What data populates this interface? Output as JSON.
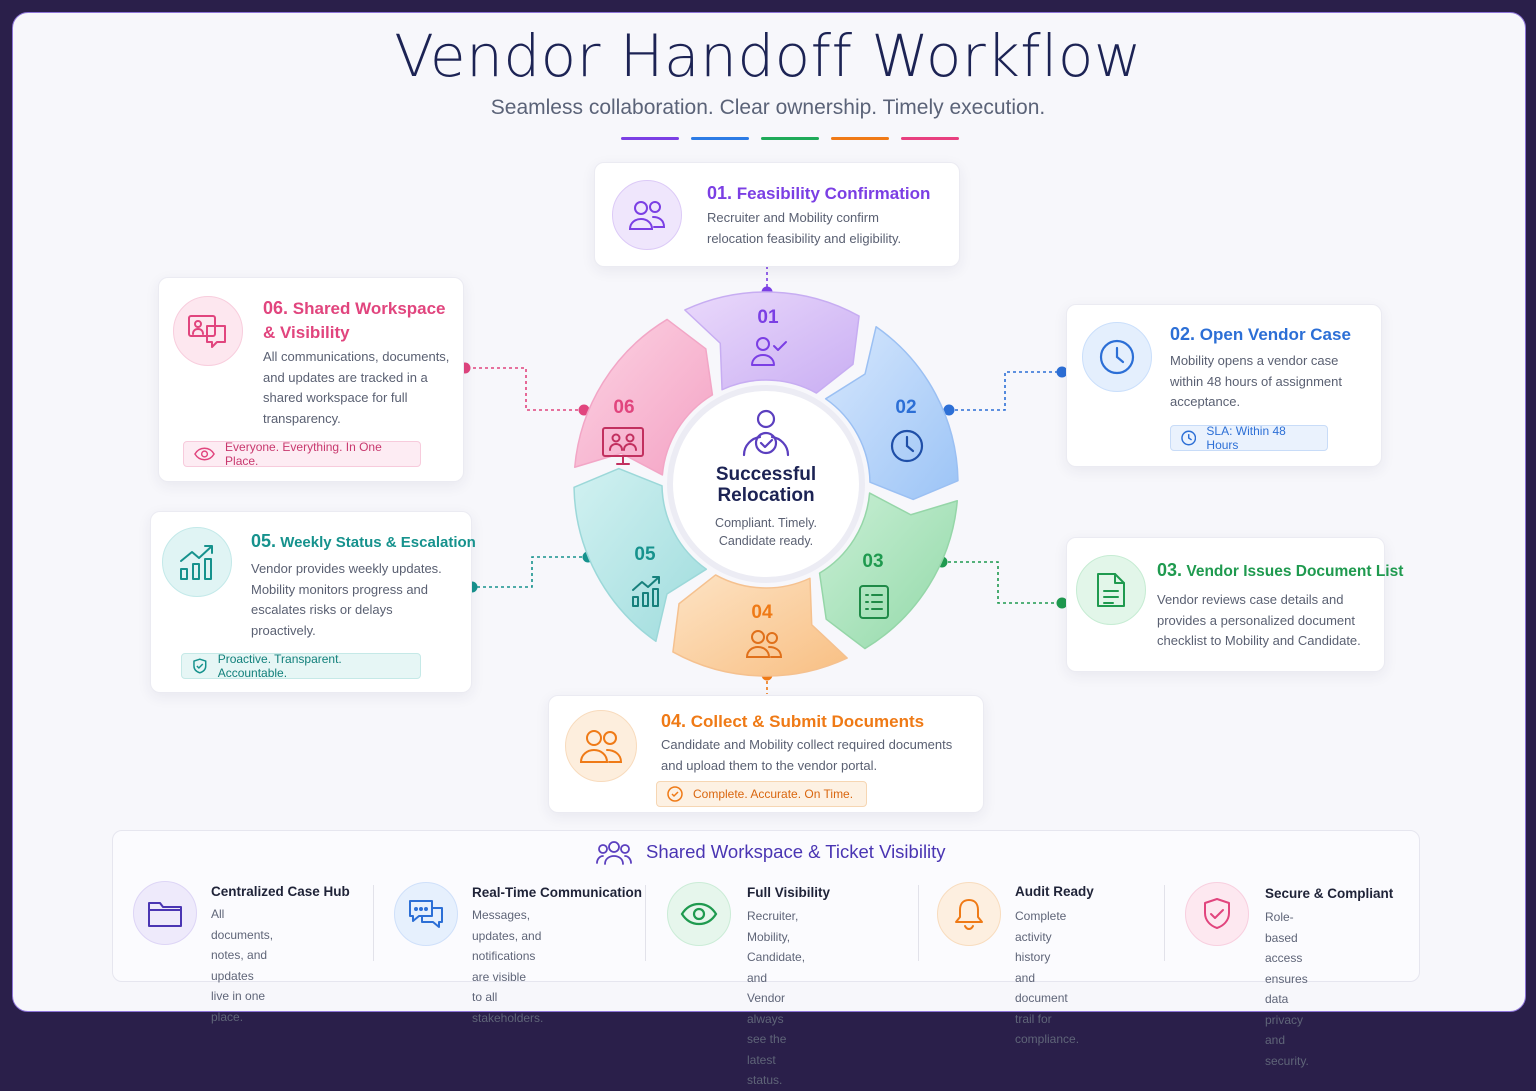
{
  "title": "Vendor Handoff Workflow",
  "subtitle": "Seamless collaboration. Clear ownership. Timely execution.",
  "accent_colors": [
    "#7b3fe4",
    "#2c7be5",
    "#1faa59",
    "#f07a16",
    "#e83f7f"
  ],
  "center": {
    "title_line1": "Successful",
    "title_line2": "Relocation",
    "sub_line1": "Compliant. Timely.",
    "sub_line2": "Candidate ready.",
    "icon": "person-check-icon"
  },
  "segments": [
    {
      "label": "01",
      "color": "#7b3fe4",
      "icon": "user-check-icon"
    },
    {
      "label": "02",
      "color": "#2c6fd6",
      "icon": "clock-icon"
    },
    {
      "label": "03",
      "color": "#1f9a4f",
      "icon": "checklist-icon"
    },
    {
      "label": "04",
      "color": "#ef7a16",
      "icon": "users-icon"
    },
    {
      "label": "05",
      "color": "#16928d",
      "icon": "chart-icon"
    },
    {
      "label": "06",
      "color": "#e1457e",
      "icon": "monitor-users-icon"
    }
  ],
  "steps": [
    {
      "num": "01.",
      "title": "Feasibility Confirmation",
      "desc_lines": [
        "Recruiter and Mobility confirm",
        "relocation feasibility and eligibility."
      ],
      "color": "#7b3fe4",
      "icon": "users-icon"
    },
    {
      "num": "02.",
      "title": "Open Vendor Case",
      "desc_lines": [
        "Mobility opens a vendor case",
        "within 48 hours of assignment",
        "acceptance."
      ],
      "pill": "SLA: Within 48 Hours",
      "color": "#2c6fd6",
      "icon": "clock-icon",
      "pill_icon": "clock-icon"
    },
    {
      "num": "03.",
      "title": "Vendor Issues Document List",
      "desc_lines": [
        "Vendor reviews case details and",
        "provides a personalized document",
        "checklist to Mobility and Candidate."
      ],
      "color": "#1f9a4f",
      "icon": "document-icon"
    },
    {
      "num": "04.",
      "title": "Collect & Submit Documents",
      "desc_lines": [
        "Candidate and Mobility collect required documents",
        "and upload them to the vendor portal."
      ],
      "pill": "Complete. Accurate. On Time.",
      "color": "#ef7a16",
      "icon": "users-icon",
      "pill_icon": "check-circle-icon"
    },
    {
      "num": "05.",
      "title": "Weekly Status & Escalation",
      "desc_lines": [
        "Vendor provides weekly updates.",
        "Mobility monitors progress and",
        "escalates risks or delays",
        "proactively."
      ],
      "pill": "Proactive. Transparent. Accountable.",
      "color": "#16928d",
      "icon": "chart-icon",
      "pill_icon": "shield-check-icon"
    },
    {
      "num": "06.",
      "title_line1": "Shared Workspace",
      "title_line2": "& Visibility",
      "desc_lines": [
        "All communications, documents,",
        "and updates are tracked in a",
        "shared workspace for full",
        "transparency."
      ],
      "pill": "Everyone. Everything. In One Place.",
      "color": "#e1457e",
      "icon": "monitor-users-icon",
      "pill_icon": "eye-icon"
    }
  ],
  "bottom": {
    "title": "Shared Workspace & Ticket Visibility",
    "title_icon": "users-icon",
    "features": [
      {
        "name": "Centralized Case Hub",
        "desc_lines": [
          "All documents, notes, and",
          "updates live in one place."
        ],
        "color": "#6a4fd0",
        "icon": "folder-icon"
      },
      {
        "name": "Real-Time Communication",
        "desc_lines": [
          "Messages, updates, and",
          "notifications are visible",
          "to all stakeholders."
        ],
        "color": "#2c6fd6",
        "icon": "chat-icon"
      },
      {
        "name": "Full Visibility",
        "desc_lines": [
          "Recruiter, Mobility, Candidate,",
          "and Vendor always see the",
          "latest status."
        ],
        "color": "#1f9a4f",
        "icon": "eye-icon"
      },
      {
        "name": "Audit Ready",
        "desc_lines": [
          "Complete activity history",
          "and document trail for",
          "compliance."
        ],
        "color": "#ef7a16",
        "icon": "bell-icon"
      },
      {
        "name": "Secure & Compliant",
        "desc_lines": [
          "Role-based access ensures",
          "data privacy and security."
        ],
        "color": "#e1457e",
        "icon": "shield-check-icon"
      }
    ]
  }
}
